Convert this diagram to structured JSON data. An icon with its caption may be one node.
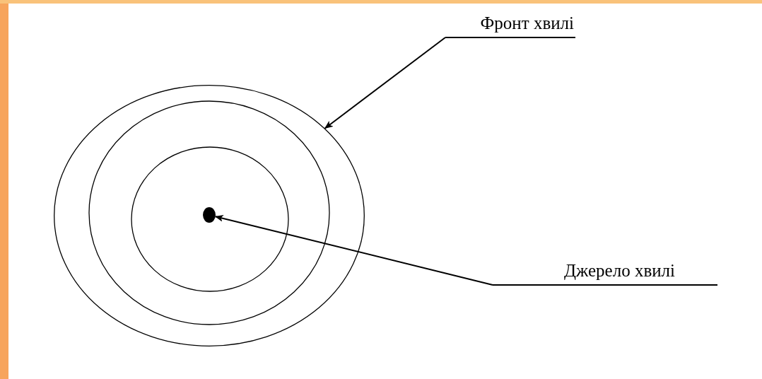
{
  "diagram": {
    "nodes": [
      {
        "text": [
          "Фронт хвилі"
        ]
      },
      {
        "text": [],
        "shape": "circle"
      },
      {
        "text": [],
        "shape": "circle",
        "in": 1
      },
      {
        "text": [
          "Джерело хвилі"
        ]
      }
    ],
    "edges": [
      {
        "from": 0,
        "to": 1,
        "arrow": "to"
      },
      {
        "from": 3,
        "to": 2,
        "arrow": "to"
      }
    ]
  }
}
